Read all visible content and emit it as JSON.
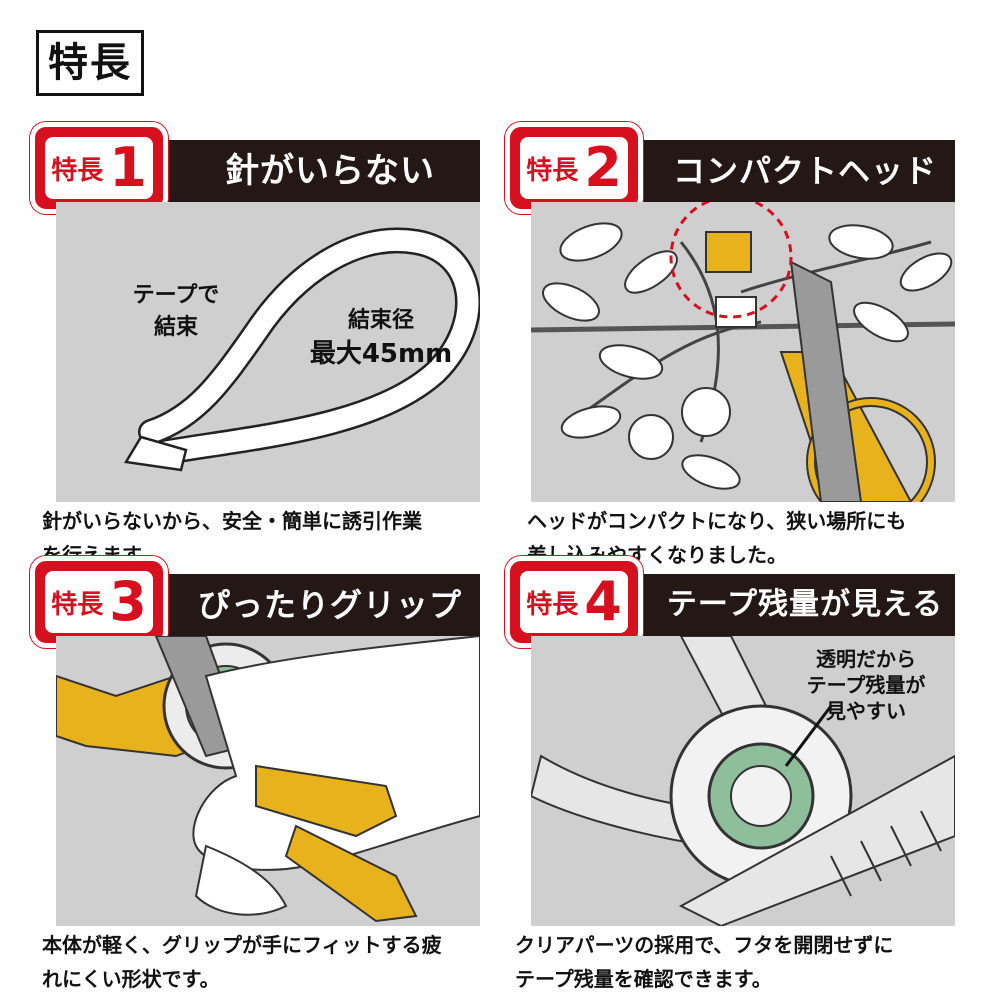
{
  "page": {
    "title": "特長"
  },
  "features": [
    {
      "badge_word": "特長",
      "badge_num": "1",
      "title": "針がいらない",
      "label_a_line1": "テープで",
      "label_a_line2": "結束",
      "label_b_line1": "結束径",
      "label_b_line2": "最大45mm",
      "desc_line1": "針がいらないから、安全・簡単に誘引作業",
      "desc_line2": "を行えます。"
    },
    {
      "badge_word": "特長",
      "badge_num": "2",
      "title": "コンパクトヘッド",
      "desc_line1": "ヘッドがコンパクトになり、狭い場所にも",
      "desc_line2": "差し込みやすくなりました。"
    },
    {
      "badge_word": "特長",
      "badge_num": "3",
      "title": "ぴったりグリップ",
      "desc_line1": "本体が軽く、グリップが手にフィットする疲",
      "desc_line2": "れにくい形状です。"
    },
    {
      "badge_word": "特長",
      "badge_num": "4",
      "title": "テープ残量が見える",
      "callout_line1": "透明だから",
      "callout_line2": "テープ残量が",
      "callout_line3": "見やすい",
      "desc_line1": "クリアパーツの採用で、フタを開閉せずに",
      "desc_line2": "テープ残量を確認できます。"
    }
  ],
  "colors": {
    "accent_red": "#d7101f",
    "header_dark": "#231815",
    "panel_gray": "#cfcfcf",
    "tool_yellow": "#e8b21c",
    "tape_green": "#8fbf9a"
  }
}
